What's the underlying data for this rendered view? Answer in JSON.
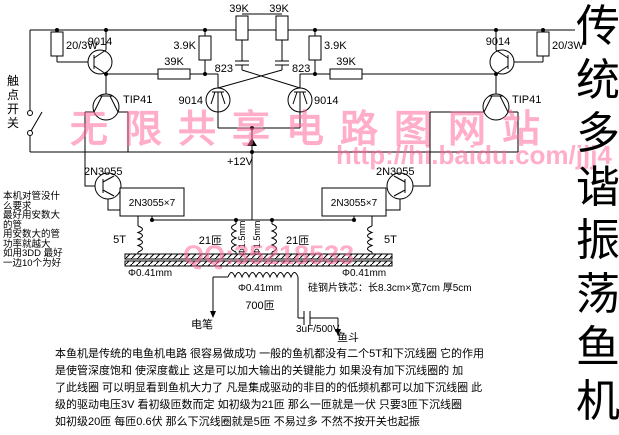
{
  "title": "传统多谐振荡鱼机",
  "watermarks": {
    "site": "无限共享电路图网站",
    "url": "http://hi.baidu.com/jjj4",
    "qq": "QQ:35218533"
  },
  "schematic": {
    "switch_label": "触点开关",
    "vcc": "+12V",
    "r_20_3w": "20/3W",
    "r_39k": "39K",
    "r_3_9k": "3.9K",
    "c_823": "823",
    "q_9014": "9014",
    "q_tip41": "TIP41",
    "q_2n3055": "2N3055",
    "bank_2n3055": "2N3055×7",
    "w_5t": "5T",
    "w_21": "21匝",
    "wire_phi_1_5": "Φ1.5mm",
    "wire_phi_0_41": "Φ0.41mm",
    "sec_turns": "700匝",
    "core_spec": "硅钢片铁芯：长8.3cm×宽7cm 厚5cm",
    "cap_out": "3uF/500V",
    "probe": "电笔",
    "bucket": "鱼斗"
  },
  "side_note": "本机对管没什\n么要求\n最好用安数大\n的管\n用安数大的管\n功率就越大\n如用3DD 最好\n一边10个为好",
  "bottom_note": "本鱼机是传统的电鱼机电路 很容易做成功 一般的鱼机都没有二个5T和下沉线圈 它的作用\n是使管深度饱和 使深度截止 这是可以加大输出的关键能力 如果没有加下沉线圈的 加\n了此线圈 可以明显看到鱼机大力了 凡是集成驱动的非目的的低频机都可以加下沉线圈 此\n级的驱动电压3V 看初级匝数而定 如初级为21匝 那么一匝就是一伏 只要3匝下沉线圈\n如初级20匝 每匝0.6伏 那么下沉线圈就是5匝 不易过多 不然不按开关也起振"
}
